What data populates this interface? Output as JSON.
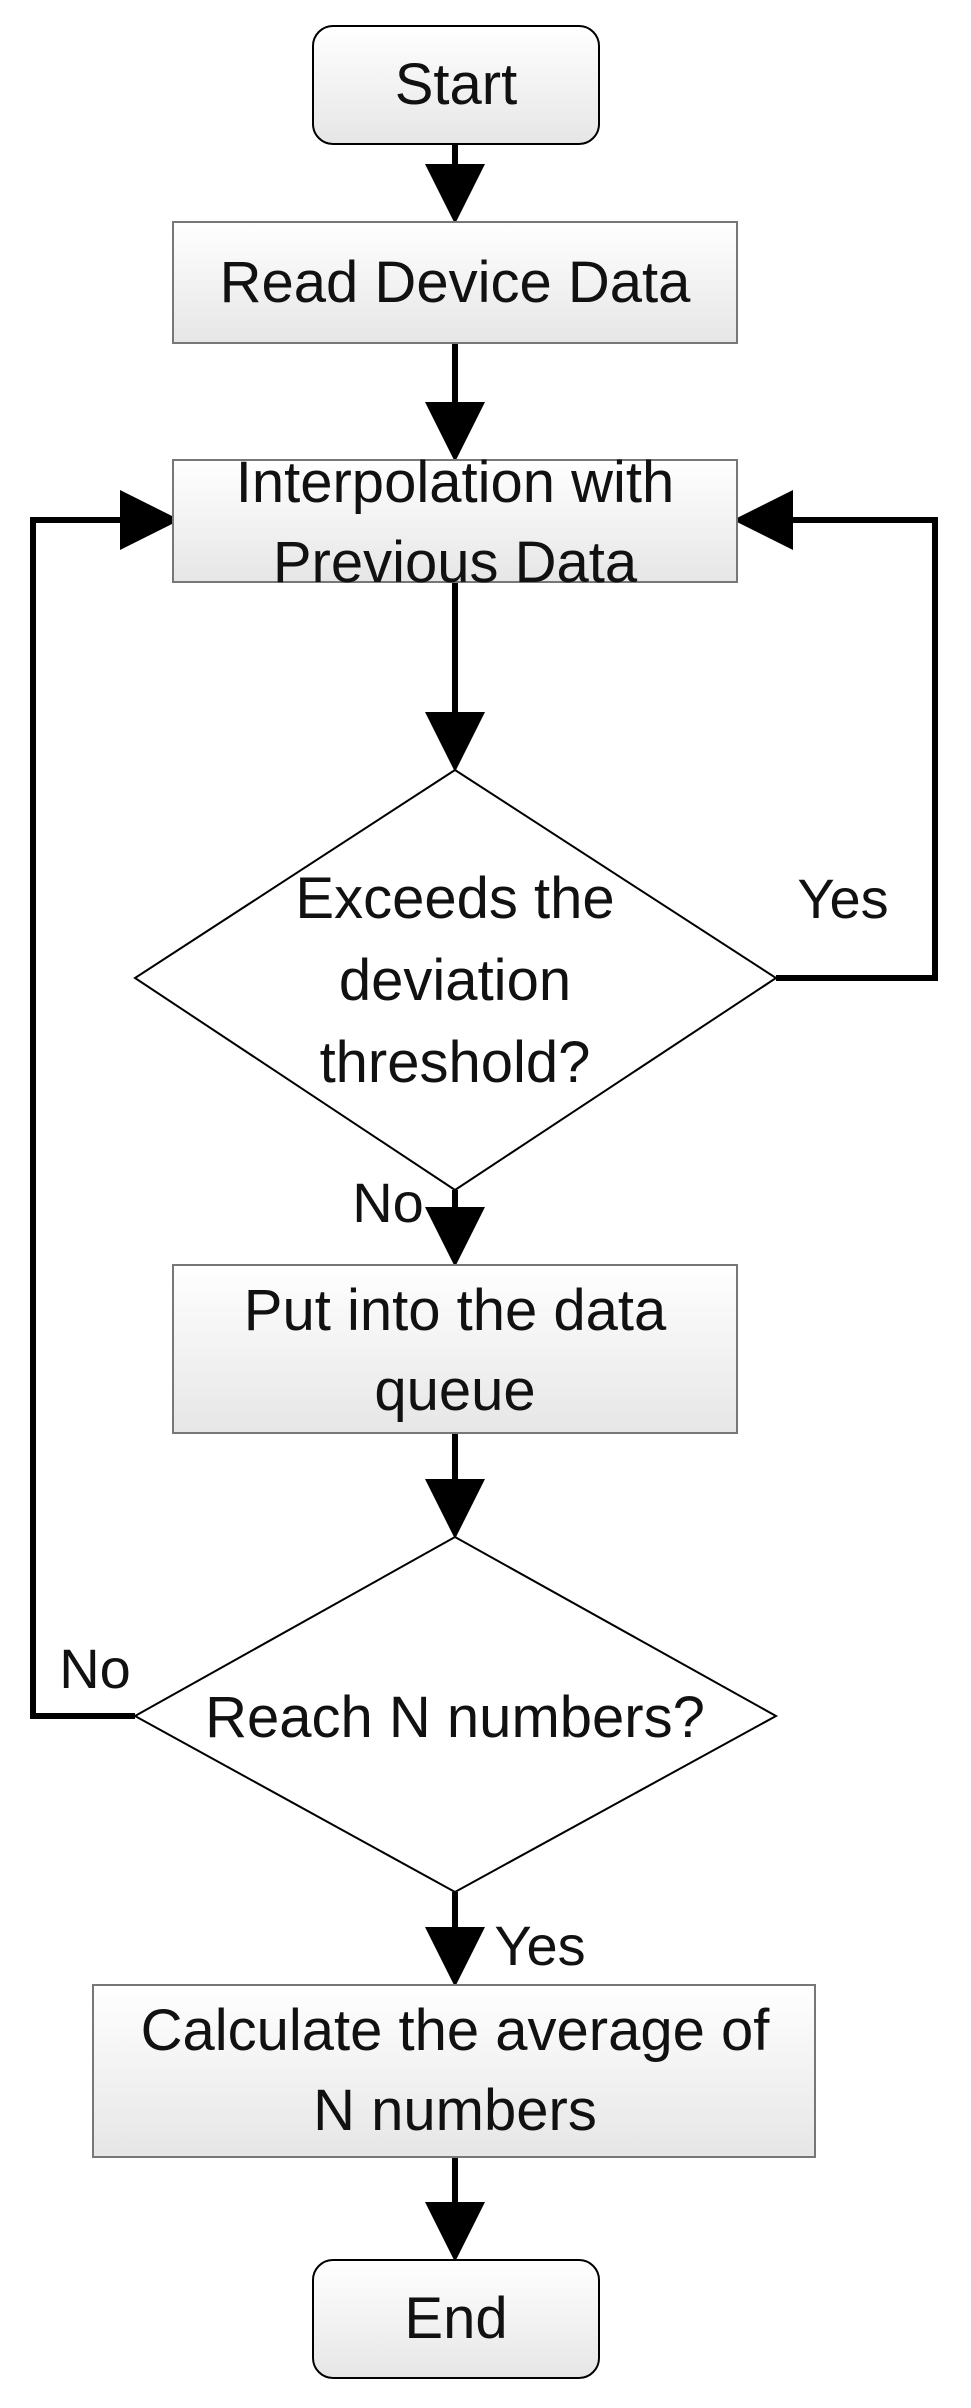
{
  "nodes": {
    "start": {
      "lines": [
        "Start"
      ]
    },
    "read": {
      "lines": [
        "Read Device Data"
      ]
    },
    "interp": {
      "lines": [
        "Interpolation with",
        "Previous Data"
      ]
    },
    "deviation": {
      "lines": [
        "Exceeds the",
        "deviation",
        "threshold?"
      ]
    },
    "queue": {
      "lines": [
        "Put into the data",
        "queue"
      ]
    },
    "reach": {
      "lines": [
        "Reach N numbers?"
      ]
    },
    "calc": {
      "lines": [
        "Calculate the average of",
        "N numbers"
      ]
    },
    "end": {
      "lines": [
        "End"
      ]
    }
  },
  "edge_labels": {
    "deviation_yes": "Yes",
    "deviation_no": "No",
    "reach_no": "No",
    "reach_yes": "Yes"
  },
  "colors": {
    "stroke": "#000000",
    "terminal_fill": "#f4f4f4",
    "process_fill": "#eeeeee",
    "decision_fill": "#ffffff",
    "text": "#111111"
  }
}
